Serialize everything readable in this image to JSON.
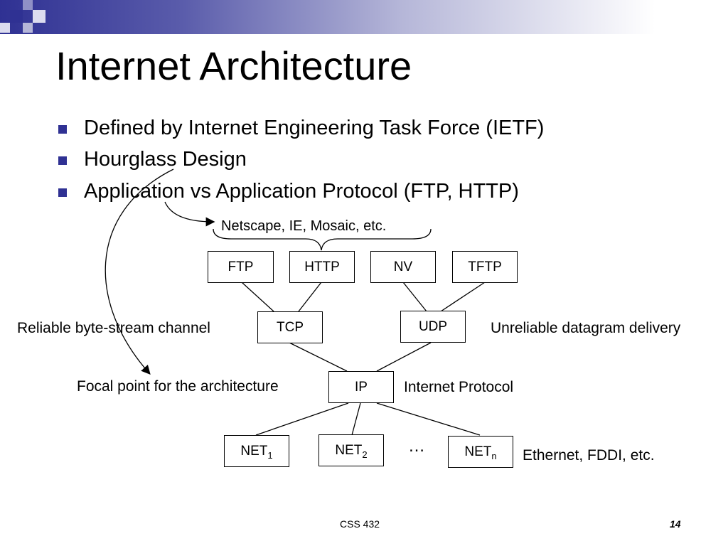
{
  "slide": {
    "title": "Internet Architecture",
    "bullets": [
      "Defined by Internet Engineering Task Force (IETF)",
      "Hourglass Design",
      "Application vs Application Protocol (FTP, HTTP)"
    ],
    "footer_left": "CSS 432",
    "page_number": "14"
  },
  "diagram": {
    "nodes": {
      "ftp": "FTP",
      "http": "HTTP",
      "nv": "NV",
      "tftp": "TFTP",
      "tcp": "TCP",
      "udp": "UDP",
      "ip": "IP",
      "net1": {
        "base": "NET",
        "sub": "1"
      },
      "net2": {
        "base": "NET",
        "sub": "2"
      },
      "netn": {
        "base": "NET",
        "sub": "n"
      },
      "ellipsis": "…"
    },
    "annotations": {
      "browsers": "Netscape, IE, Mosaic, etc.",
      "tcp_note": "Reliable byte-stream channel",
      "udp_note": "Unreliable datagram delivery",
      "focal": "Focal point for the architecture",
      "ip_note": "Internet Protocol",
      "net_note": "Ethernet, FDDI, etc."
    },
    "edges": [
      [
        "ftp",
        "tcp"
      ],
      [
        "http",
        "tcp"
      ],
      [
        "nv",
        "udp"
      ],
      [
        "tftp",
        "udp"
      ],
      [
        "tcp",
        "ip"
      ],
      [
        "udp",
        "ip"
      ],
      [
        "ip",
        "net1"
      ],
      [
        "ip",
        "net2"
      ],
      [
        "ip",
        "netn"
      ]
    ]
  },
  "colors": {
    "accent": "#2f3193",
    "text": "#000000"
  }
}
